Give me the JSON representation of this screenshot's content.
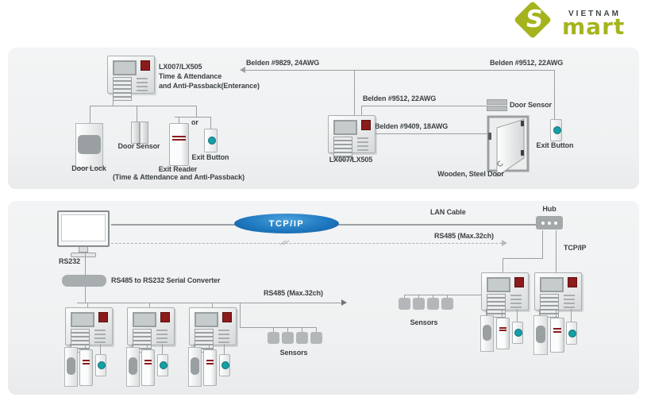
{
  "logo": {
    "country": "VIETNAM",
    "s": "S",
    "brand": "mart"
  },
  "colors": {
    "accent_blue": "#1c77c0",
    "logo_green": "#a5b41c",
    "wire_gray": "#9aa0a3",
    "sensor_red": "#8c1b1c",
    "button_teal": "#14a0a6",
    "panel_bg": "#f1f2f3"
  },
  "top": {
    "t1_line1": "LX007/LX505",
    "t1_line2": "Time & Attendance",
    "t1_line3": "and Anti-Passback(Enterance)",
    "door_lock": "Door Lock",
    "door_sensor": "Door Sensor",
    "or": "or",
    "exit_reader": "Exit Reader",
    "exit_reader_sub": "(Time & Attendance and Anti-Passback)",
    "exit_button": "Exit Button",
    "belden_9829": "Belden #9829, 24AWG",
    "belden_9512_top": "Belden #9512, 22AWG",
    "belden_9512_mid": "Belden #9512, 22AWG",
    "belden_9409": "Belden #9409, 18AWG",
    "t2_label": "LX007/LX505",
    "door_sensor_right": "Door Sensor",
    "exit_button_right": "Exit Button",
    "door_label": "Wooden, Steel Door"
  },
  "bottom": {
    "rs232": "RS232",
    "tcpip_cloud": "TCP/IP",
    "lan_cable": "LAN Cable",
    "hub": "Hub",
    "rs485_upper": "RS485 (Max.32ch)",
    "tcpip_line": "TCP/IP",
    "converter": "RS485 to RS232 Serial Converter",
    "rs485_lower": "RS485 (Max.32ch)",
    "sensors_left": "Sensors",
    "sensors_right": "Sensors"
  }
}
